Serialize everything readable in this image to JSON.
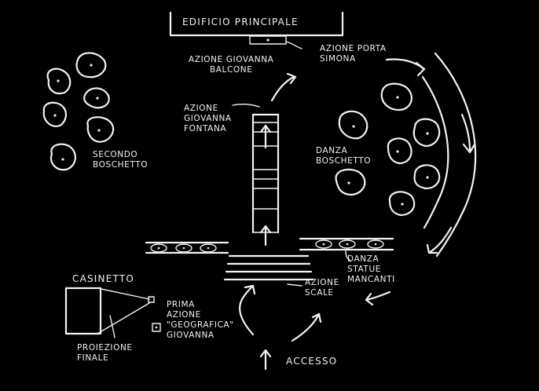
{
  "labels": {
    "edificio": "EDIFICIO PRINCIPALE",
    "azione_porta": "AZIONE PORTA\nSIMONA",
    "azione_balcone": "AZIONE GIOVANNA\nBALCONE",
    "azione_fontana": "AZIONE\nGIOVANNA\nFONTANA",
    "secondo_boschetto": "SECONDO\nBOSCHETTO",
    "danza_boschetto": "DANZA\nBOSCHETTO",
    "danza_statue": "DANZA\nSTATUE\nMANCANTI",
    "azione_scale": "AZIONE\nSCALE",
    "casinetto": "CASINETTO",
    "prima_azione": "PRIMA\nAZIONE\n\"GEOGRAFICA\"\nGIOVANNA",
    "proiezione": "PROIEZIONE\nFINALE",
    "accesso": "ACCESSO"
  },
  "colors": {
    "background": "#000000",
    "ink": "#f2f2f2"
  }
}
